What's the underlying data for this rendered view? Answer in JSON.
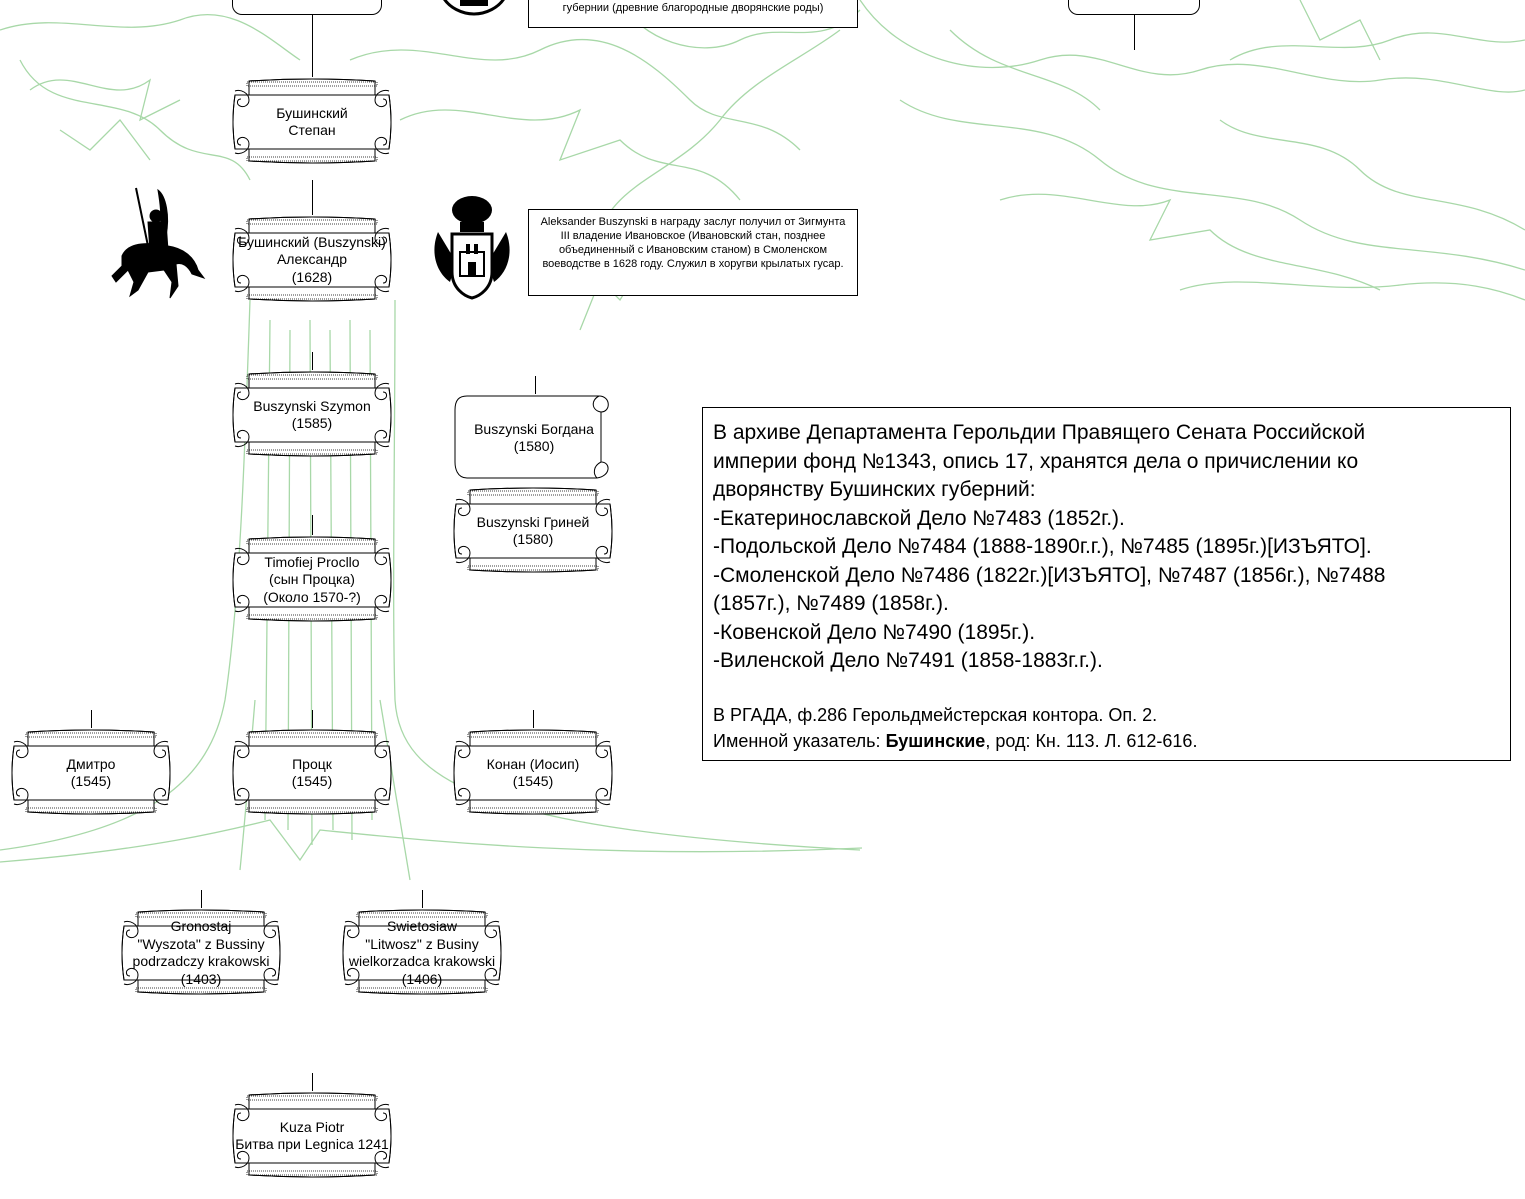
{
  "nodes": [
    {
      "id": "stepan",
      "label": "Бушинский\nСтепан"
    },
    {
      "id": "aleksandr",
      "label": "Бушинский (Buszynski)\nАлександр\n(1628)"
    },
    {
      "id": "szymon",
      "label": "Buszynski Szymon\n(1585)"
    },
    {
      "id": "bogdana",
      "label": "Buszynski Богдана\n(1580)"
    },
    {
      "id": "grinei",
      "label": "Buszynski Гриней\n(1580)"
    },
    {
      "id": "timofiej",
      "label": "Timofiej Procllo\n(сын Процка)\n(Около 1570-?)"
    },
    {
      "id": "dmitro",
      "label": "Дмитро\n(1545)"
    },
    {
      "id": "protsk",
      "label": "Процк\n(1545)"
    },
    {
      "id": "konan",
      "label": "Конан (Иосип)\n(1545)"
    },
    {
      "id": "gronostaj",
      "label": "Gronostaj\n\"Wyszota\" z Bussiny\npodrzadczy krakowski\n(1403)"
    },
    {
      "id": "swietosiaw",
      "label": "Swietosiaw\n\"Litwosz\" z Businy\nwielkorzadca krakowski\n(1406)"
    },
    {
      "id": "kuza",
      "label": "Kuza Piotr\nБитва при Legnica 1241"
    }
  ],
  "notes": {
    "top": "губернии (древние благородные дворянские роды)",
    "aleksander": "Aleksander Buszynski в награду заслуг получил от Зигмунта III владение Ивановское (Ивановский стан, позднее объединенный с Ивановским станом) в Смоленском воеводстве в 1628 году. Служил в хоругви крылатых гусар."
  },
  "info": {
    "lines": [
      "В архиве Департамента Герольдии Правящего Сената Российской",
      "империи фонд №1343, опись 17, хранятся дела о причислении ко",
      "дворянству Бушинских губерний:",
      "-Екатеринославской Дело №7483 (1852г.).",
      "-Подольской Дело №7484 (1888-1890г.г.), №7485 (1895г.)[ИЗЪЯТО].",
      "-Смоленской Дело №7486 (1822г.)[ИЗЪЯТО], №7487 (1856г.), №7488",
      "(1857г.), №7489 (1858г.).",
      "-Ковенской Дело №7490 (1895г.).",
      "-Виленской Дело №7491 (1858-1883г.г.)."
    ],
    "rgada_line1": "В РГАДА, ф.286 Герольдмейстерская контора. Оп. 2.",
    "rgada_prefix": "Именной указатель: ",
    "rgada_bold": "Бушинские",
    "rgada_suffix": ", род: Кн. 113. Л. 612-616."
  },
  "colors": {
    "tree": "#a8d8a8",
    "line": "#000000"
  }
}
